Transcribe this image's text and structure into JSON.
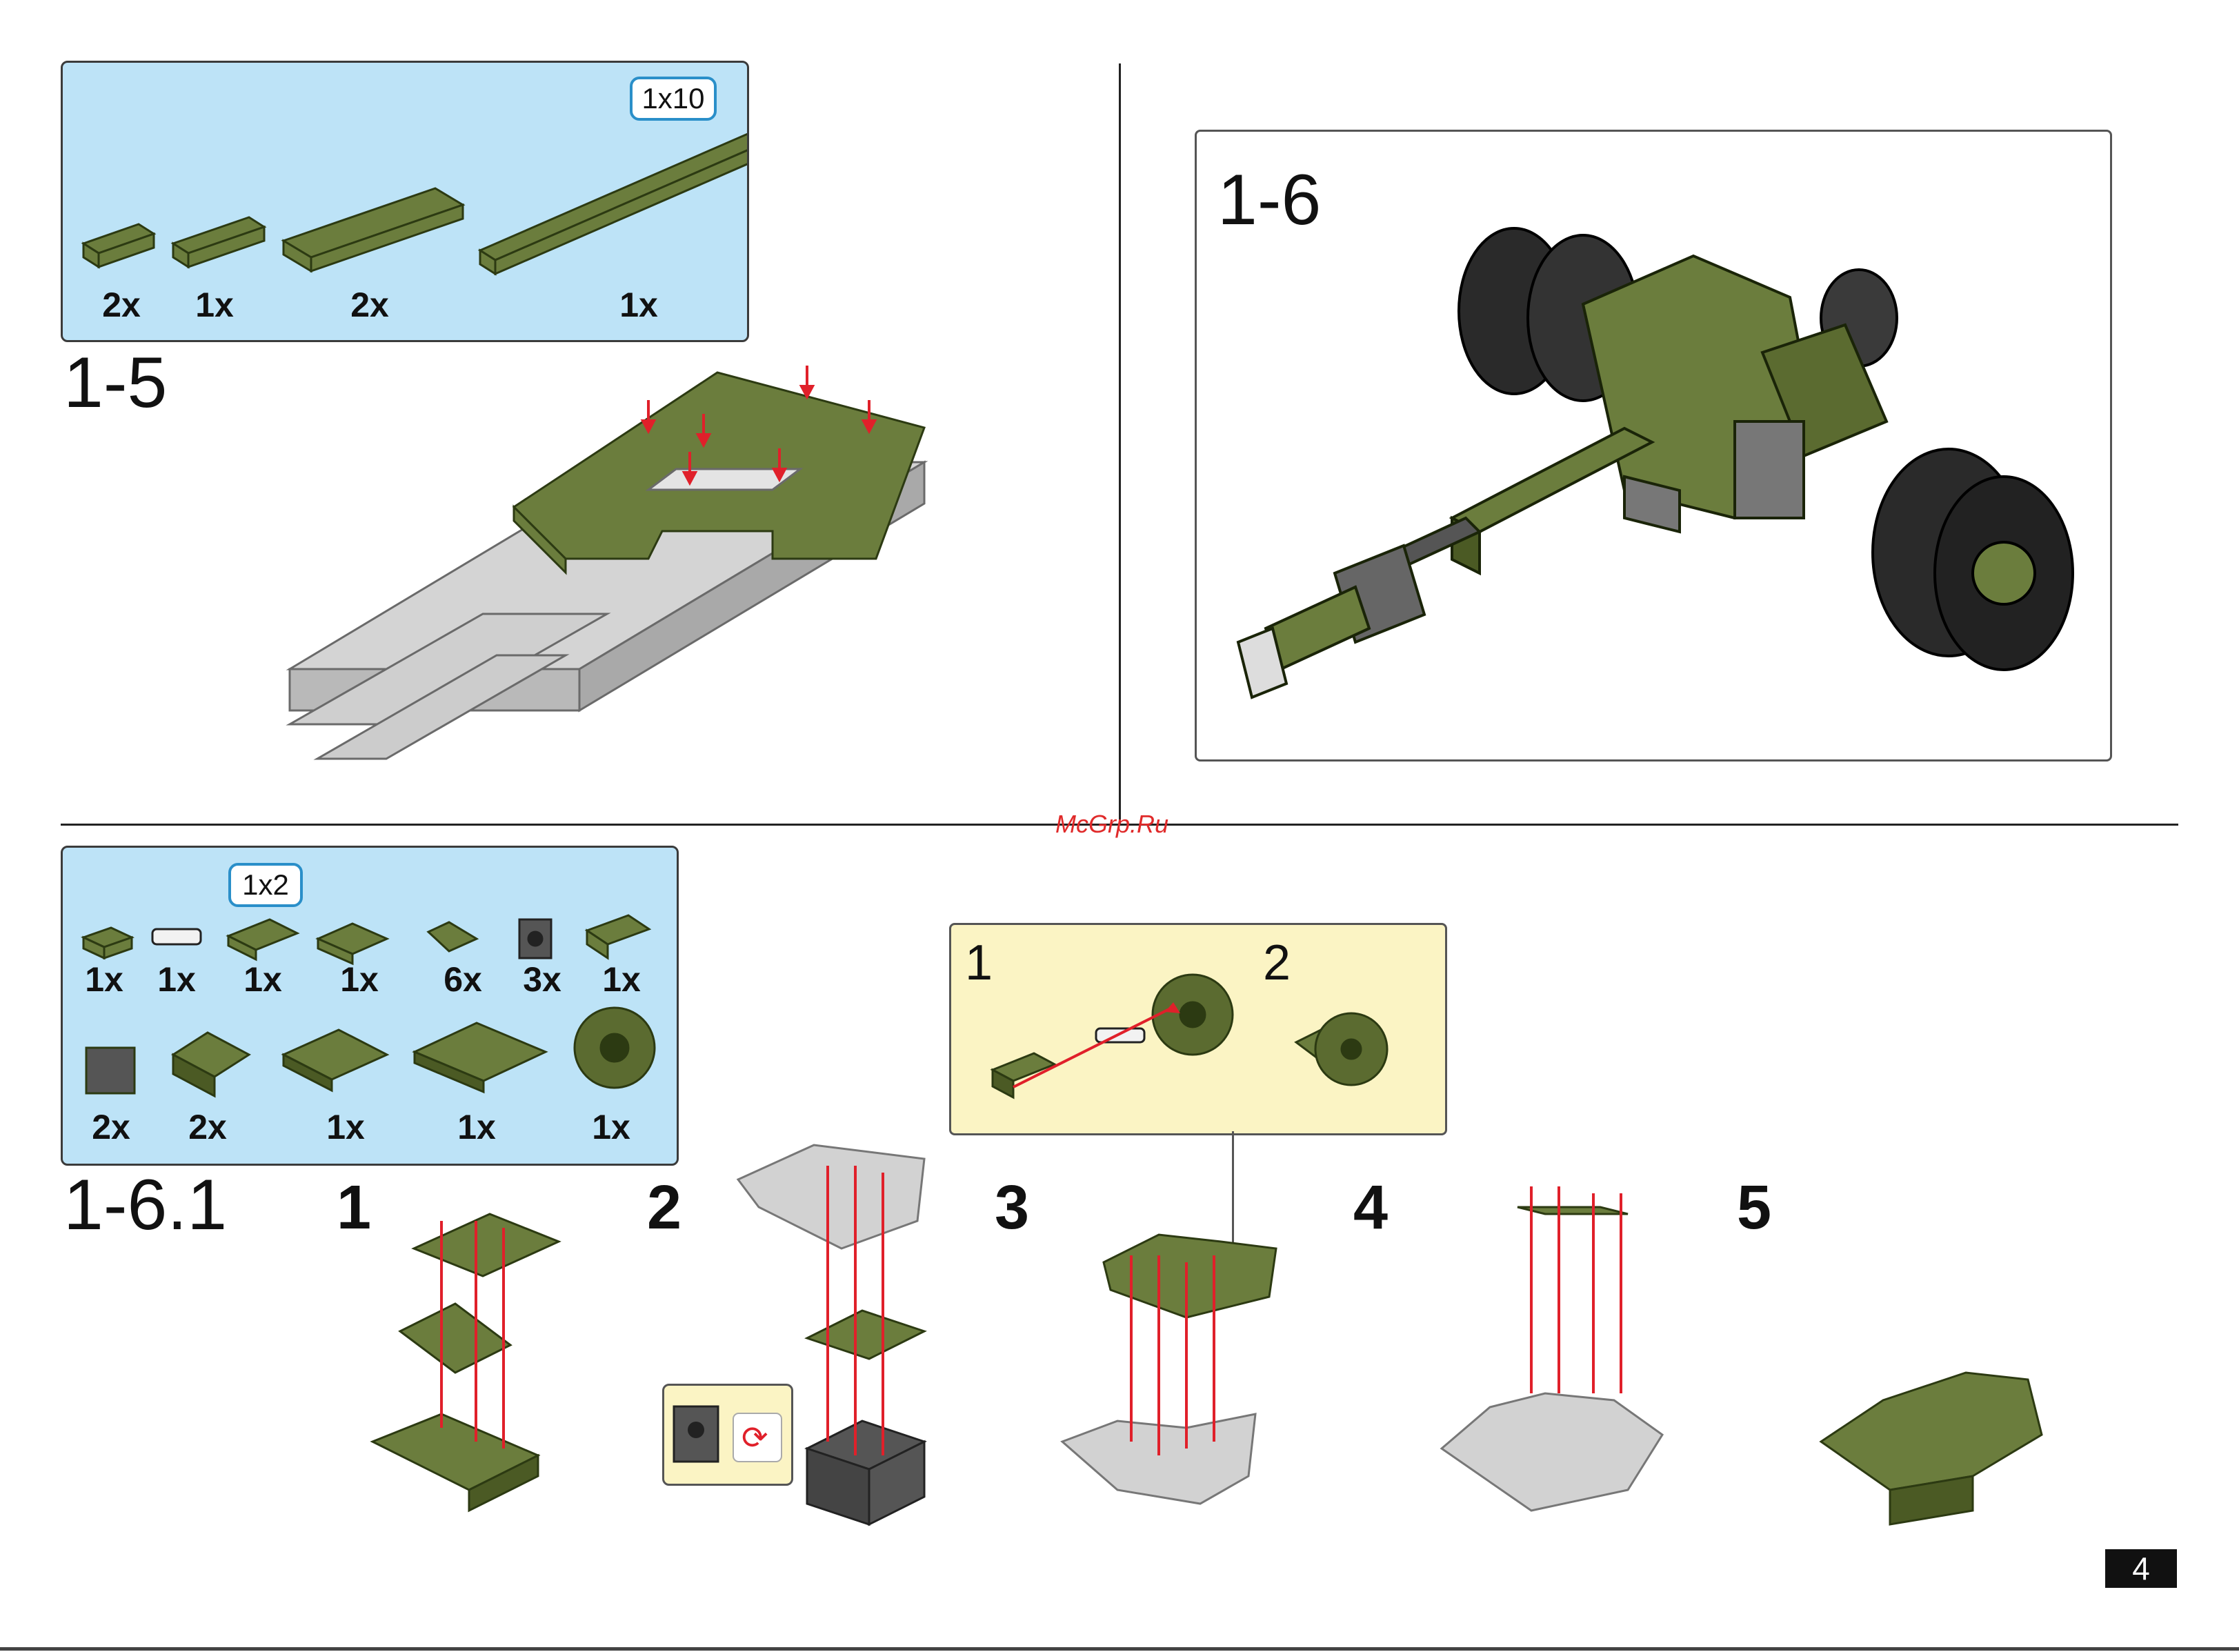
{
  "step_1_5": {
    "label": "1-5",
    "scale_tag": "1x10",
    "quantities": [
      "2x",
      "1x",
      "2x",
      "1x"
    ]
  },
  "step_1_6": {
    "label": "1-6"
  },
  "step_1_6_1": {
    "label": "1-6.1",
    "scale_tag": "1x2",
    "quantities_row1": [
      "1x",
      "1x",
      "1x",
      "1x",
      "6x",
      "3x",
      "1x"
    ],
    "quantities_row2": [
      "2x",
      "2x",
      "1x",
      "1x",
      "1x"
    ],
    "substeps": [
      "1",
      "2",
      "3",
      "4",
      "5"
    ],
    "callout_labels": [
      "1",
      "2"
    ]
  },
  "watermark": "McGrp.Ru",
  "page_number": "4",
  "colors": {
    "parts_box": "#bde3f7",
    "callout_box": "#fbf4c4",
    "brick_green": "#6b7d3d",
    "brick_grey": "#d2d2d2",
    "arrow_red": "#e0202a"
  }
}
